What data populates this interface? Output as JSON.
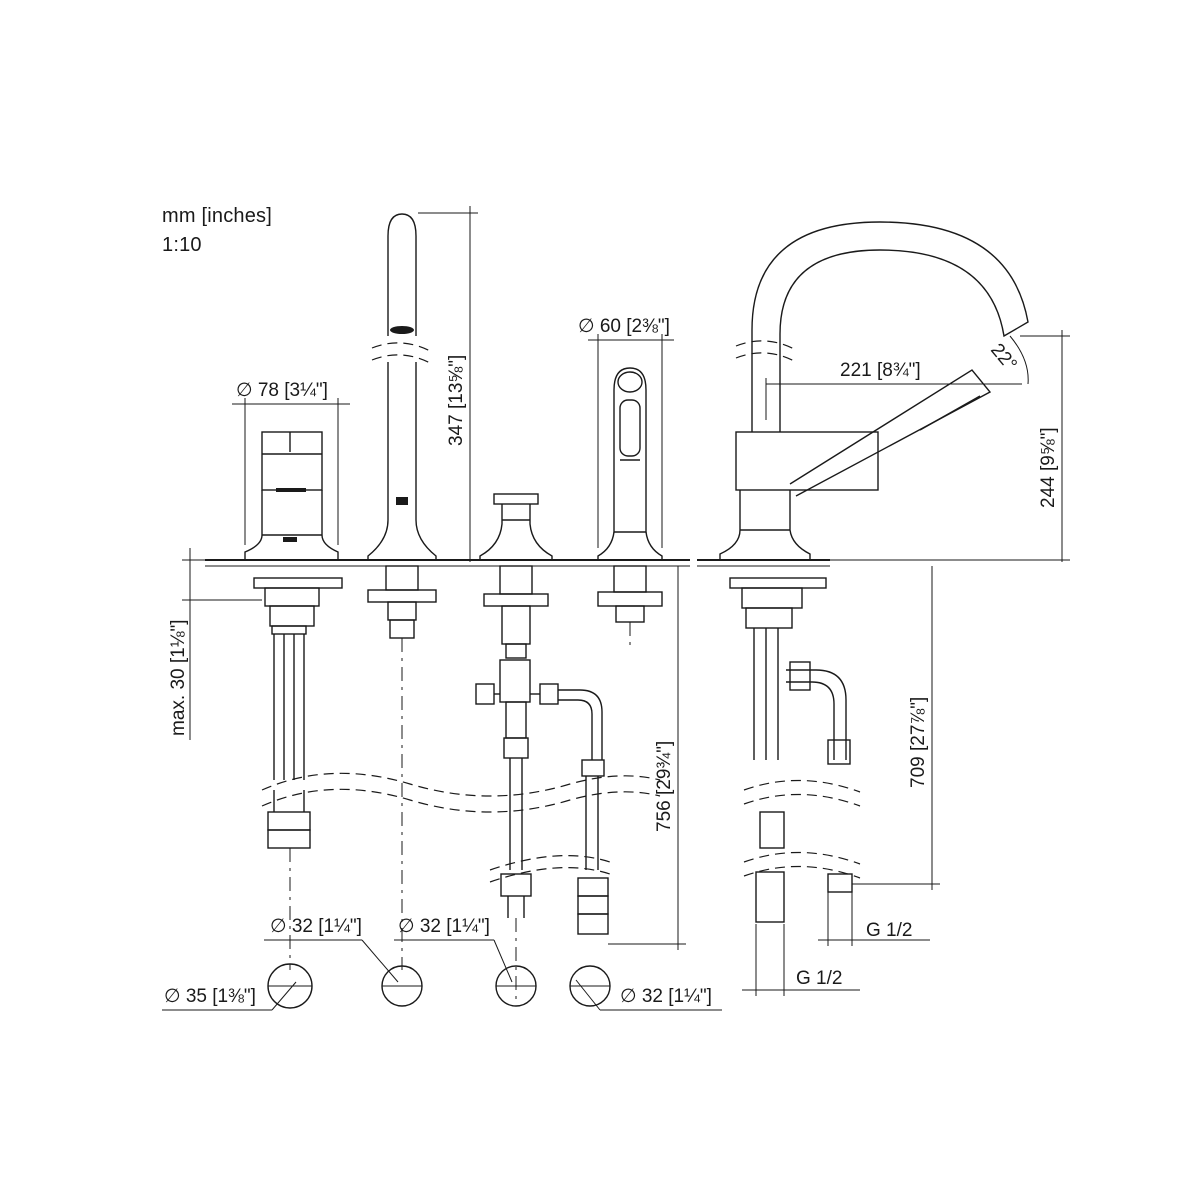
{
  "header": {
    "units": "mm [inches]",
    "scale": "1:10"
  },
  "dimensions": {
    "lever_diameter": "∅ 78 [3¼\"]",
    "hand_shower_height": "347 [13⅝\"]",
    "hand_shower_diameter": "∅ 60 [2⅜\"]",
    "spout_reach": "221 [8¾\"]",
    "spout_angle": "22°",
    "spout_height": "244 [9⅝\"]",
    "max_thickness": "max. 30 [1⅛\"]",
    "hose_length_left": "756 [29¾\"]",
    "hose_length_right": "709 [27⅞\"]",
    "hole_a": "∅ 32 [1¼\"]",
    "hole_b": "∅ 32 [1¼\"]",
    "hole_c": "∅ 35 [1⅜\"]",
    "hole_d": "∅ 32 [1¼\"]",
    "thread_upper": "G 1/2",
    "thread_lower": "G 1/2"
  }
}
